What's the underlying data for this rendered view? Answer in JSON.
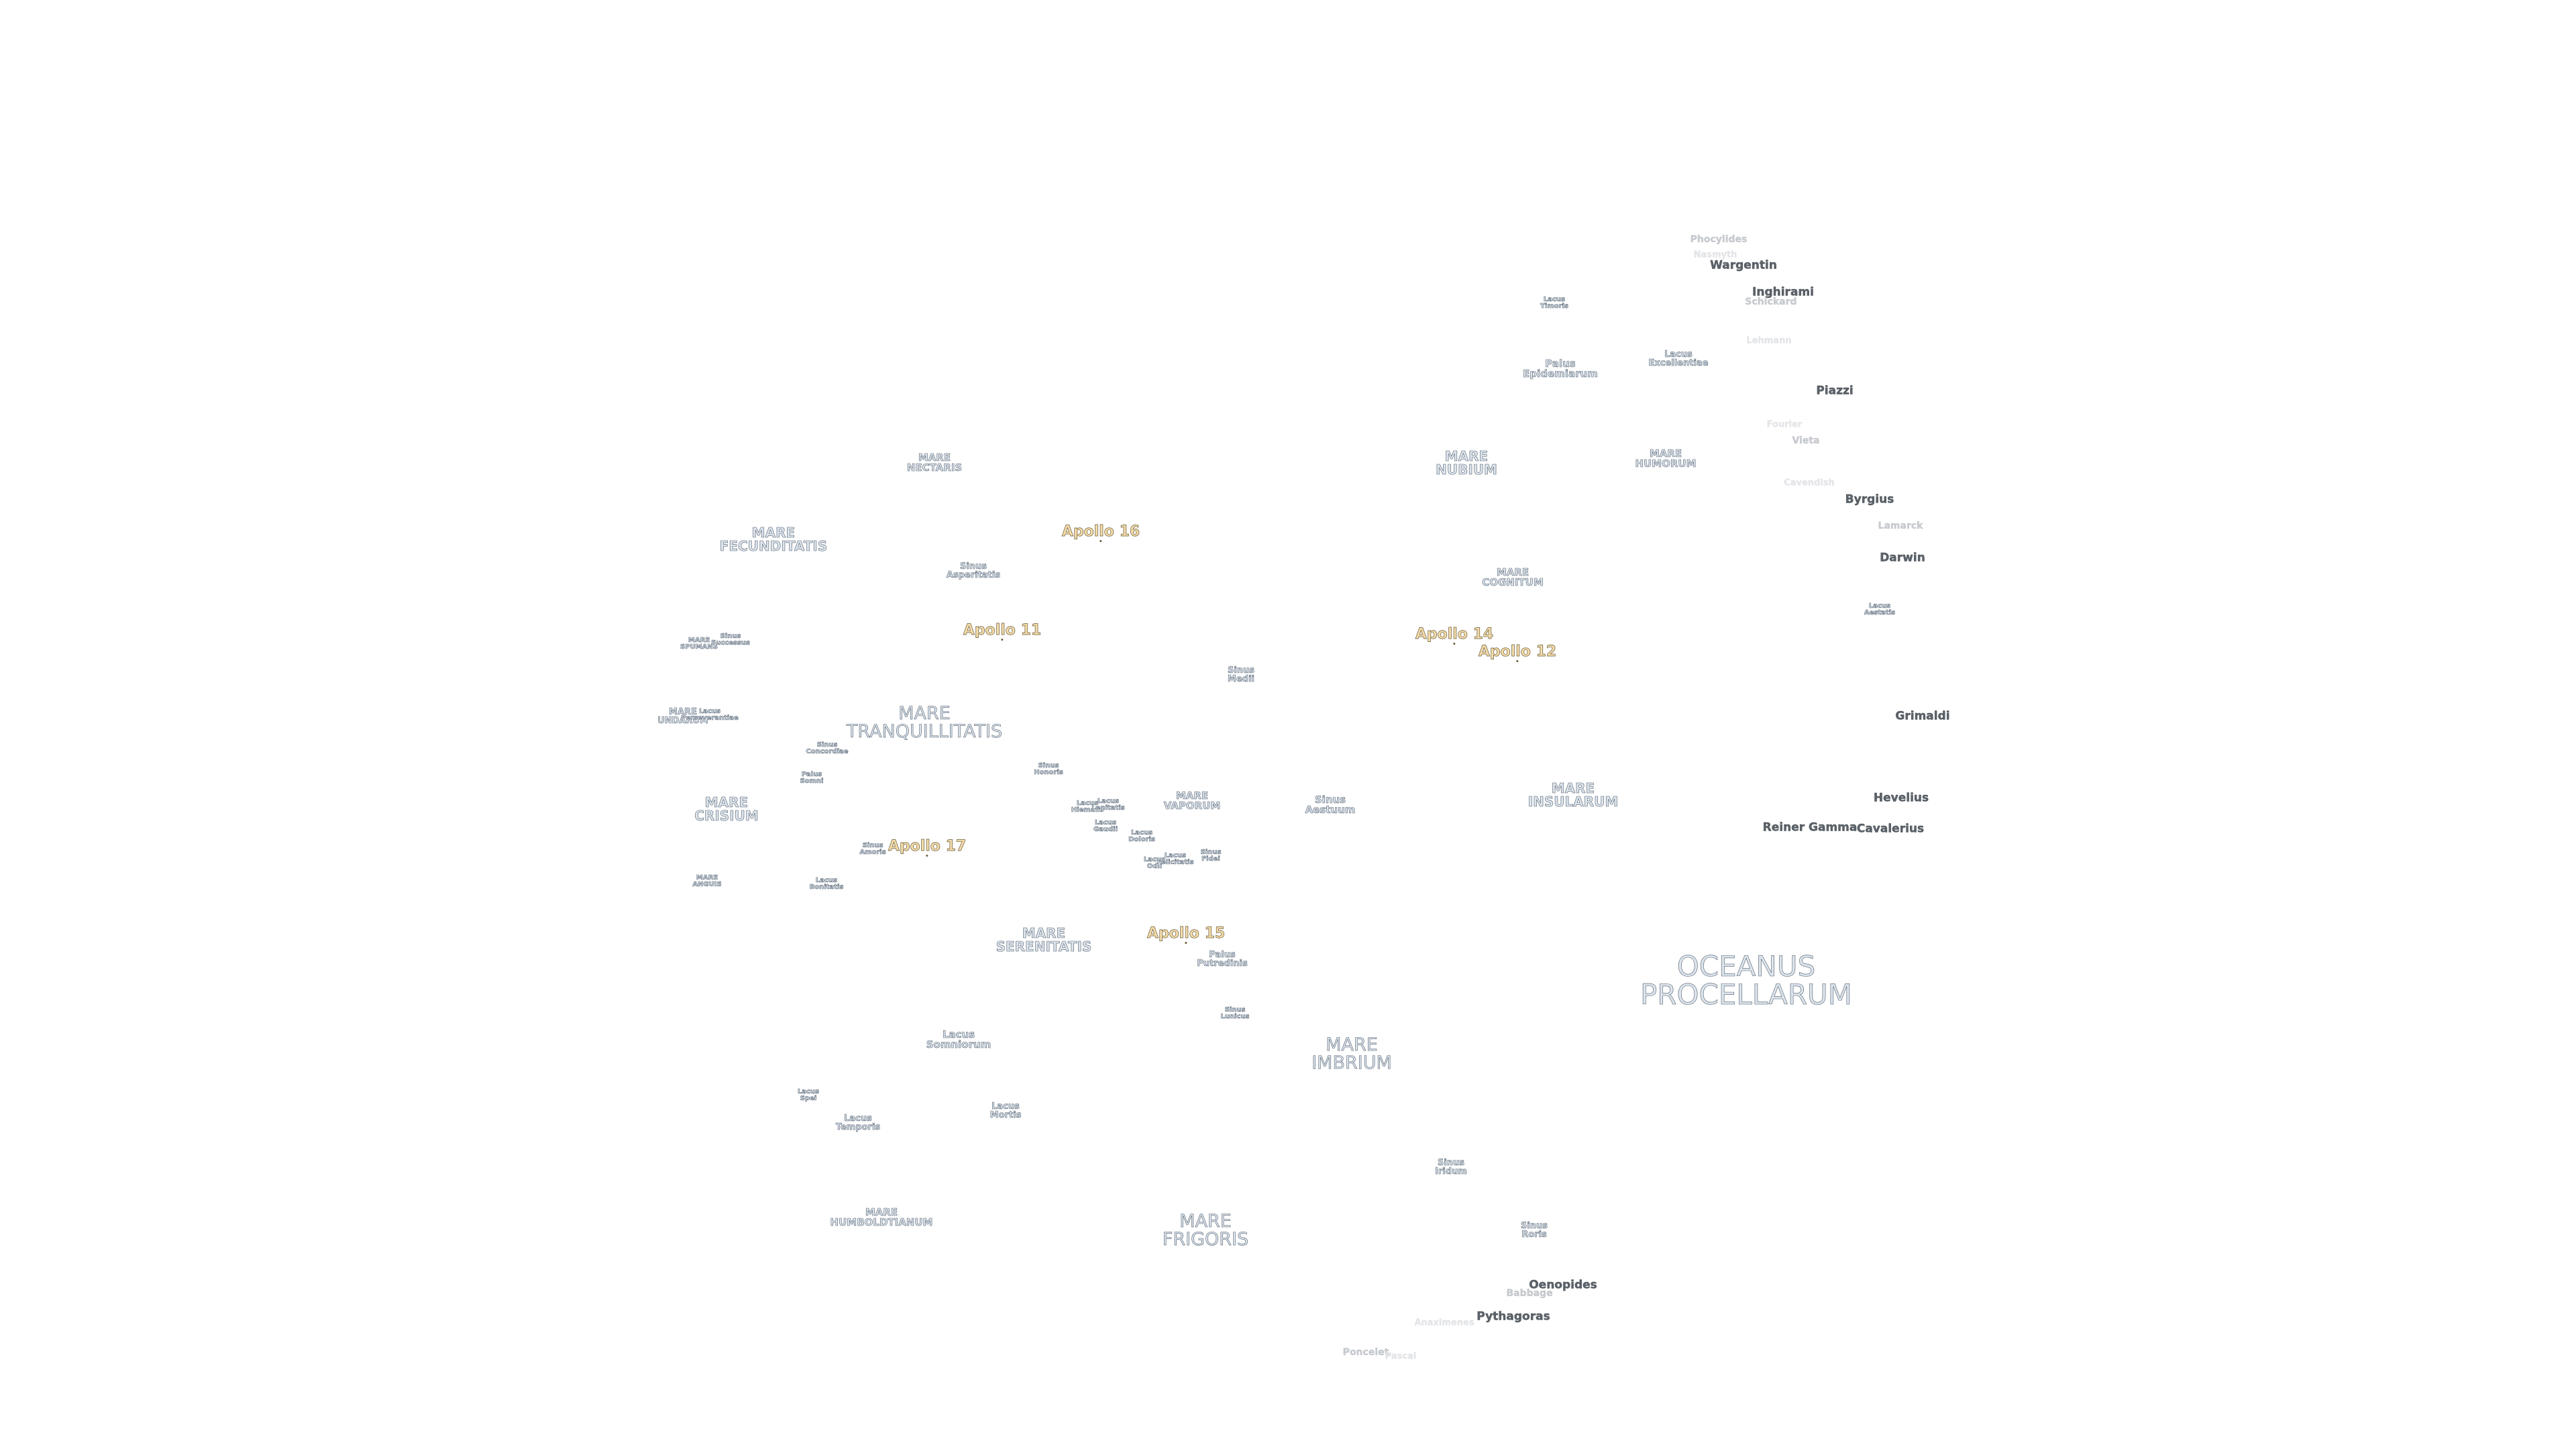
{
  "labels": [
    {
      "id": "oceanus",
      "lines": [
        "OCEANUS",
        "PROCELLARUM"
      ],
      "cls": "mare mare-xl"
    },
    {
      "id": "imbrium",
      "lines": [
        "MARE",
        "IMBRIUM"
      ],
      "cls": "mare mare-l"
    },
    {
      "id": "frigoris",
      "lines": [
        "MARE",
        "FRIGORIS"
      ],
      "cls": "mare mare-l"
    },
    {
      "id": "tranquillitatis",
      "lines": [
        "MARE",
        "TRANQUILLITATIS"
      ],
      "cls": "mare mare-l"
    },
    {
      "id": "serenitatis",
      "lines": [
        "MARE",
        "SERENITATIS"
      ],
      "cls": "mare mare-m"
    },
    {
      "id": "fecunditatis",
      "lines": [
        "MARE",
        "FECUNDITATIS"
      ],
      "cls": "mare mare-m"
    },
    {
      "id": "crisium",
      "lines": [
        "MARE",
        "CRISIUM"
      ],
      "cls": "mare mare-m"
    },
    {
      "id": "nubium",
      "lines": [
        "MARE",
        "NUBIUM"
      ],
      "cls": "mare mare-m"
    },
    {
      "id": "insularum",
      "lines": [
        "MARE",
        "INSULARUM"
      ],
      "cls": "mare mare-m"
    },
    {
      "id": "humorum",
      "lines": [
        "MARE",
        "HUMORUM"
      ],
      "cls": "mare mare-s"
    },
    {
      "id": "nectaris",
      "lines": [
        "MARE",
        "NECTARIS"
      ],
      "cls": "mare mare-s"
    },
    {
      "id": "cognitum",
      "lines": [
        "MARE",
        "COGNITUM"
      ],
      "cls": "mare mare-s"
    },
    {
      "id": "vaporum",
      "lines": [
        "MARE",
        "VAPORUM"
      ],
      "cls": "mare mare-s"
    },
    {
      "id": "humboldtianum",
      "lines": [
        "MARE",
        "HUMBOLDTIANUM"
      ],
      "cls": "mare mare-s"
    },
    {
      "id": "somniorum",
      "lines": [
        "Lacus",
        "Somniorum"
      ],
      "cls": "mare mare-s"
    },
    {
      "id": "aestuum",
      "lines": [
        "Sinus",
        "Aestuum"
      ],
      "cls": "mare mare-s"
    },
    {
      "id": "epidemiarum",
      "lines": [
        "Palus",
        "Epidemiarum"
      ],
      "cls": "mare mare-s"
    },
    {
      "id": "spumans",
      "lines": [
        "MARE",
        "SPUMANS"
      ],
      "cls": "mare tiny"
    },
    {
      "id": "undarum",
      "lines": [
        "MARE",
        "UNDARUM"
      ],
      "cls": "mare minor"
    },
    {
      "id": "anguis",
      "lines": [
        "MARE",
        "ANGUIS"
      ],
      "cls": "mare tiny"
    },
    {
      "id": "medii",
      "lines": [
        "Sinus",
        "Medii"
      ],
      "cls": "mare minor"
    },
    {
      "id": "iridum",
      "lines": [
        "Sinus",
        "Iridum"
      ],
      "cls": "mare minor"
    },
    {
      "id": "roris",
      "lines": [
        "Sinus",
        "Roris"
      ],
      "cls": "mare minor"
    },
    {
      "id": "asperitatis",
      "lines": [
        "Sinus",
        "Asperitatis"
      ],
      "cls": "mare minor"
    },
    {
      "id": "concordiae",
      "lines": [
        "Sinus",
        "Concordiae"
      ],
      "cls": "mare tiny"
    },
    {
      "id": "somni",
      "lines": [
        "Palus",
        "Somni"
      ],
      "cls": "mare tiny"
    },
    {
      "id": "amoris",
      "lines": [
        "Sinus",
        "Amoris"
      ],
      "cls": "mare tiny"
    },
    {
      "id": "bonitatis",
      "lines": [
        "Lacus",
        "Bonitatis"
      ],
      "cls": "mare tiny"
    },
    {
      "id": "successus",
      "lines": [
        "Sinus",
        "Successus"
      ],
      "cls": "mare tiny"
    },
    {
      "id": "lacus-undarum",
      "lines": [
        "Lacus",
        "Perseverantiae"
      ],
      "cls": "mare tiny"
    },
    {
      "id": "honoris",
      "lines": [
        "Sinus",
        "Honoris"
      ],
      "cls": "mare tiny"
    },
    {
      "id": "hiemalis",
      "lines": [
        "Lacus",
        "Hiemalis"
      ],
      "cls": "mare tiny"
    },
    {
      "id": "lenitatis",
      "lines": [
        "Lacus",
        "Lenitatis"
      ],
      "cls": "mare tiny"
    },
    {
      "id": "gaudii",
      "lines": [
        "Lacus",
        "Gaudii"
      ],
      "cls": "mare tiny"
    },
    {
      "id": "doloris",
      "lines": [
        "Lacus",
        "Doloris"
      ],
      "cls": "mare tiny"
    },
    {
      "id": "odii",
      "lines": [
        "Lacus",
        "Odii"
      ],
      "cls": "mare tiny"
    },
    {
      "id": "felicitatis",
      "lines": [
        "Lacus",
        "Felicitatis"
      ],
      "cls": "mare tiny"
    },
    {
      "id": "fidei",
      "lines": [
        "Sinus",
        "Fidei"
      ],
      "cls": "mare tiny"
    },
    {
      "id": "putredinis",
      "lines": [
        "Palus",
        "Putredinis"
      ],
      "cls": "mare minor"
    },
    {
      "id": "luxuriae",
      "lines": [
        "Sinus",
        "Lunicus"
      ],
      "cls": "mare tiny"
    },
    {
      "id": "spei",
      "lines": [
        "Lacus",
        "Spei"
      ],
      "cls": "mare tiny"
    },
    {
      "id": "temporis",
      "lines": [
        "Lacus",
        "Temporis"
      ],
      "cls": "mare minor"
    },
    {
      "id": "mortis",
      "lines": [
        "Lacus",
        "Mortis"
      ],
      "cls": "mare minor"
    },
    {
      "id": "timoris",
      "lines": [
        "Lacus",
        "Timoris"
      ],
      "cls": "mare tiny"
    },
    {
      "id": "excellentiae",
      "lines": [
        "Lacus",
        "Excellentiae"
      ],
      "cls": "mare minor"
    },
    {
      "id": "aestatis",
      "lines": [
        "Lacus",
        "Aestatis"
      ],
      "cls": "mare tiny"
    },
    {
      "id": "apollo11",
      "lines": [
        "Apollo 11"
      ],
      "cls": "apollo"
    },
    {
      "id": "apollo12",
      "lines": [
        "Apollo 12"
      ],
      "cls": "apollo"
    },
    {
      "id": "apollo14",
      "lines": [
        "Apollo 14"
      ],
      "cls": "apollo"
    },
    {
      "id": "apollo15",
      "lines": [
        "Apollo 15"
      ],
      "cls": "apollo"
    },
    {
      "id": "apollo16",
      "lines": [
        "Apollo 16"
      ],
      "cls": "apollo"
    },
    {
      "id": "apollo17",
      "lines": [
        "Apollo 17"
      ],
      "cls": "apollo"
    },
    {
      "id": "grimaldi",
      "lines": [
        "Grimaldi"
      ],
      "cls": "crater"
    },
    {
      "id": "hevelius",
      "lines": [
        "Hevelius"
      ],
      "cls": "crater"
    },
    {
      "id": "reiner",
      "lines": [
        "Reiner Gamma"
      ],
      "cls": "crater"
    },
    {
      "id": "cavalerius",
      "lines": [
        "Cavalerius"
      ],
      "cls": "crater"
    },
    {
      "id": "darwin",
      "lines": [
        "Darwin"
      ],
      "cls": "crater"
    },
    {
      "id": "lamarck",
      "lines": [
        "Lamarck"
      ],
      "cls": "crater faint"
    },
    {
      "id": "byrgius",
      "lines": [
        "Byrgius"
      ],
      "cls": "crater"
    },
    {
      "id": "cavendish",
      "lines": [
        "Cavendish"
      ],
      "cls": "crater vfaint"
    },
    {
      "id": "vieta",
      "lines": [
        "Vieta"
      ],
      "cls": "crater faint"
    },
    {
      "id": "fourier",
      "lines": [
        "Fourier"
      ],
      "cls": "crater vfaint"
    },
    {
      "id": "piazzi",
      "lines": [
        "Piazzi"
      ],
      "cls": "crater"
    },
    {
      "id": "lehmann",
      "lines": [
        "Lehmann"
      ],
      "cls": "crater vfaint"
    },
    {
      "id": "inghirami",
      "lines": [
        "Inghirami"
      ],
      "cls": "crater"
    },
    {
      "id": "schickard",
      "lines": [
        "Schickard"
      ],
      "cls": "crater faint"
    },
    {
      "id": "wargentin",
      "lines": [
        "Wargentin"
      ],
      "cls": "crater"
    },
    {
      "id": "nasmyth",
      "lines": [
        "Nasmyth"
      ],
      "cls": "crater vfaint"
    },
    {
      "id": "phocylides",
      "lines": [
        "Phocylides"
      ],
      "cls": "crater faint"
    },
    {
      "id": "pythagoras",
      "lines": [
        "Pythagoras"
      ],
      "cls": "crater"
    },
    {
      "id": "babbage",
      "lines": [
        "Babbage"
      ],
      "cls": "crater faint"
    },
    {
      "id": "oenopides",
      "lines": [
        "Oenopides"
      ],
      "cls": "crater"
    },
    {
      "id": "poncelet",
      "lines": [
        "Poncelet"
      ],
      "cls": "crater faint"
    },
    {
      "id": "pascal",
      "lines": [
        "Pascal"
      ],
      "cls": "crater vfaint"
    },
    {
      "id": "anaximenes",
      "lines": [
        "Anaximenes"
      ],
      "cls": "crater vfaint"
    }
  ]
}
